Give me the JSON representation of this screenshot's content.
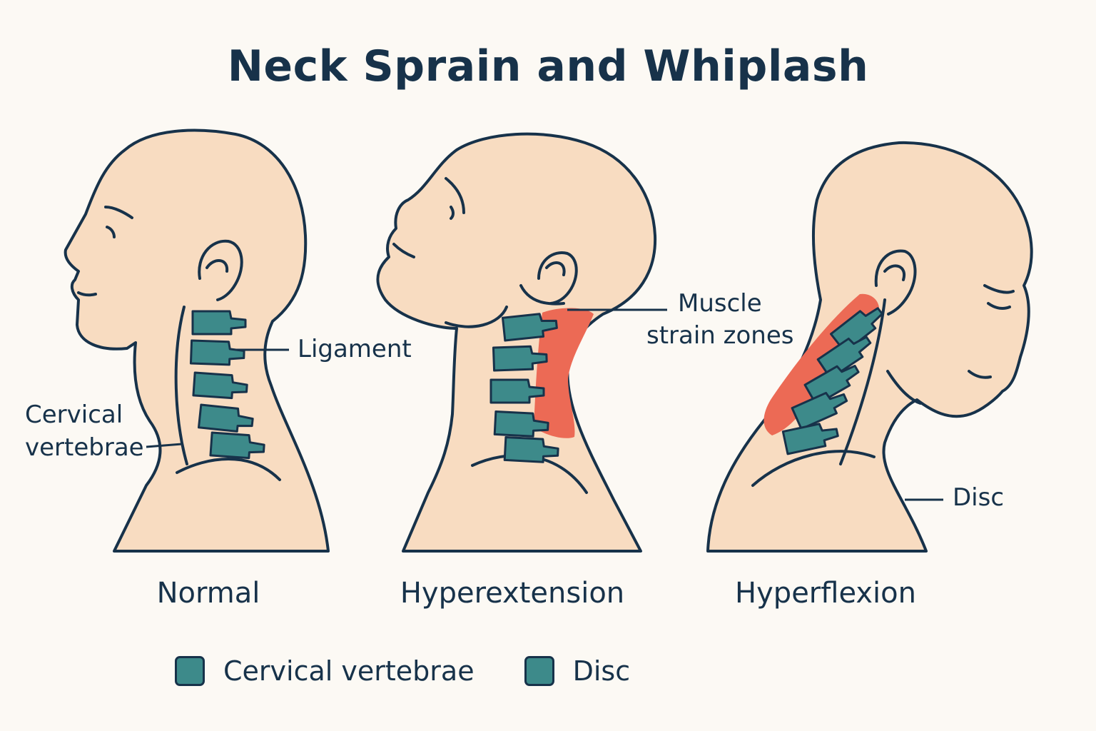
{
  "title": "Neck Sprain and Whiplash",
  "labels": {
    "ligament": "Ligament",
    "cervical_line1": "Cervical",
    "cervical_line2": "vertebrae",
    "muscle_line1": "Muscle",
    "muscle_line2": "strain zones",
    "disc": "Disc"
  },
  "captions": {
    "normal": "Normal",
    "hyperextension": "Hyperextension",
    "hyperflexion": "Hyperflexion"
  },
  "legend": [
    {
      "label": "Cervical vertebrae",
      "color": "#3d8a8a"
    },
    {
      "label": "Disc",
      "color": "#3d8a8a"
    }
  ],
  "colors": {
    "skin": "#f8dcc1",
    "outline": "#17324a",
    "vertebra": "#3d8a8a",
    "strain": "#ec6a55"
  }
}
